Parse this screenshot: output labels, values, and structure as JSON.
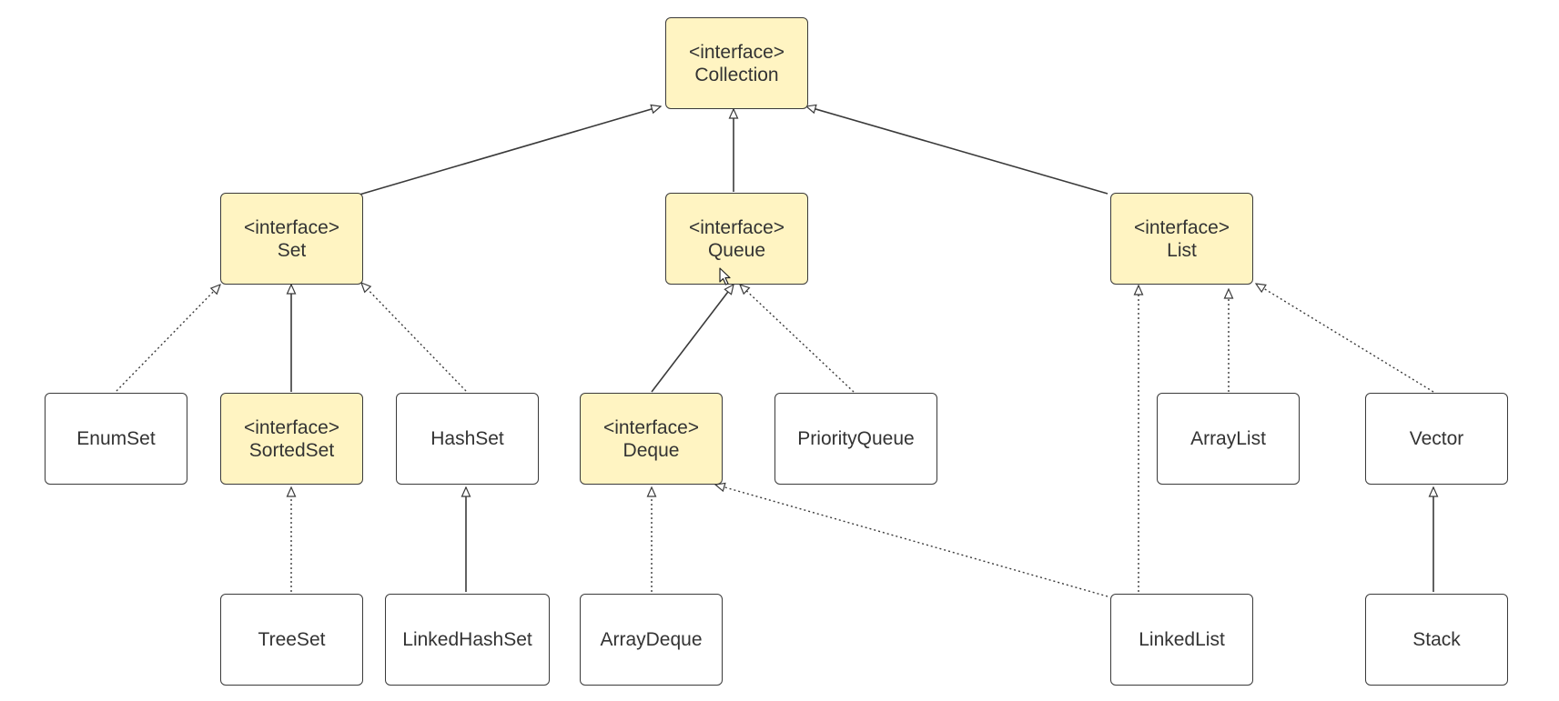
{
  "diagram": {
    "nodes": {
      "collection": {
        "stereotype": "<interface>",
        "label": "Collection"
      },
      "set": {
        "stereotype": "<interface>",
        "label": "Set"
      },
      "queue": {
        "stereotype": "<interface>",
        "label": "Queue"
      },
      "list": {
        "stereotype": "<interface>",
        "label": "List"
      },
      "enumset": {
        "label": "EnumSet"
      },
      "sortedset": {
        "stereotype": "<interface>",
        "label": "SortedSet"
      },
      "hashset": {
        "label": "HashSet"
      },
      "deque": {
        "stereotype": "<interface>",
        "label": "Deque"
      },
      "priorityqueue": {
        "label": "PriorityQueue"
      },
      "arraylist": {
        "label": "ArrayList"
      },
      "vector": {
        "label": "Vector"
      },
      "treeset": {
        "label": "TreeSet"
      },
      "linkedhashset": {
        "label": "LinkedHashSet"
      },
      "arraydeque": {
        "label": "ArrayDeque"
      },
      "linkedlist": {
        "label": "LinkedList"
      },
      "stack": {
        "label": "Stack"
      }
    },
    "relations": [
      {
        "from": "set",
        "to": "collection",
        "style": "solid"
      },
      {
        "from": "queue",
        "to": "collection",
        "style": "solid"
      },
      {
        "from": "list",
        "to": "collection",
        "style": "solid"
      },
      {
        "from": "enumset",
        "to": "set",
        "style": "dotted"
      },
      {
        "from": "sortedset",
        "to": "set",
        "style": "solid"
      },
      {
        "from": "hashset",
        "to": "set",
        "style": "dotted"
      },
      {
        "from": "deque",
        "to": "queue",
        "style": "solid"
      },
      {
        "from": "priorityqueue",
        "to": "queue",
        "style": "dotted"
      },
      {
        "from": "linkedlist",
        "to": "list",
        "style": "dotted"
      },
      {
        "from": "arraylist",
        "to": "list",
        "style": "dotted"
      },
      {
        "from": "vector",
        "to": "list",
        "style": "dotted"
      },
      {
        "from": "treeset",
        "to": "sortedset",
        "style": "dotted"
      },
      {
        "from": "linkedhashset",
        "to": "hashset",
        "style": "solid"
      },
      {
        "from": "arraydeque",
        "to": "deque",
        "style": "dotted"
      },
      {
        "from": "linkedlist",
        "to": "deque",
        "style": "dotted"
      },
      {
        "from": "stack",
        "to": "vector",
        "style": "solid"
      }
    ],
    "colors": {
      "interface_fill": "#fff4c2",
      "class_fill": "#ffffff",
      "stroke": "#3a3a3a"
    }
  }
}
